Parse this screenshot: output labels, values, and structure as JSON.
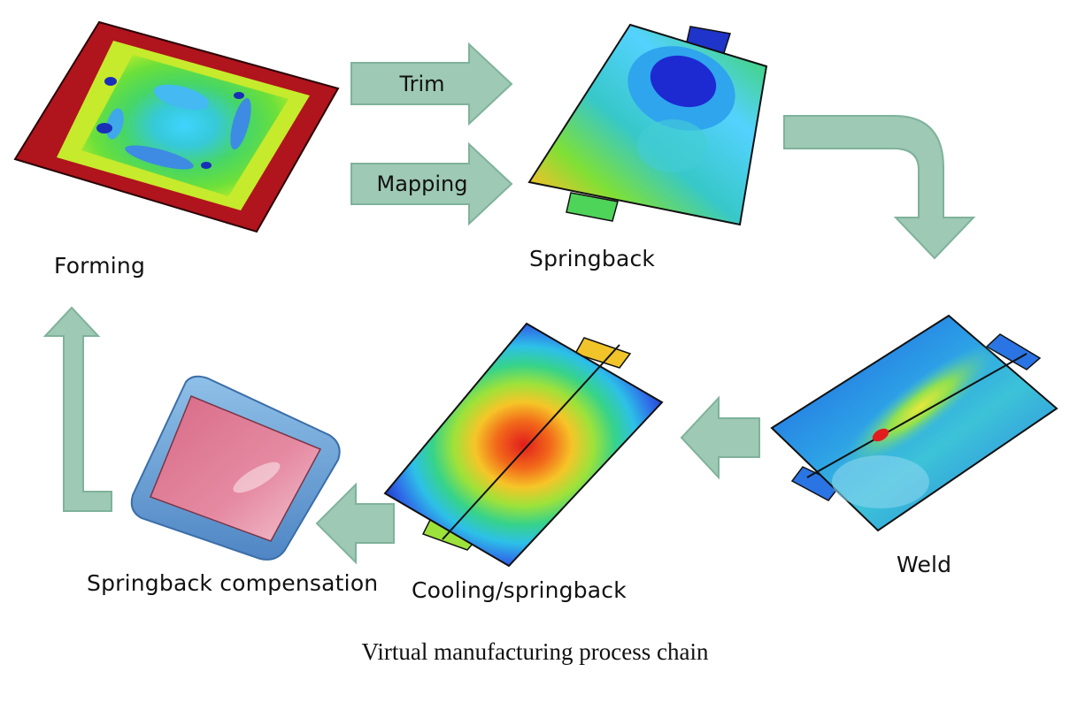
{
  "colors": {
    "arrow_fill": "#9ec9b4",
    "arrow_stroke": "#7fb29b",
    "frame_red": "#b0141c",
    "comp_pink": "#e07a92",
    "comp_blue": "#7fb0dd"
  },
  "arrows": {
    "trim": "Trim",
    "mapping": "Mapping"
  },
  "stages": {
    "forming": "Forming",
    "springback": "Springback",
    "weld": "Weld",
    "cooling": "Cooling/springback",
    "compensation": "Springback compensation"
  },
  "caption": "Virtual manufacturing process chain"
}
